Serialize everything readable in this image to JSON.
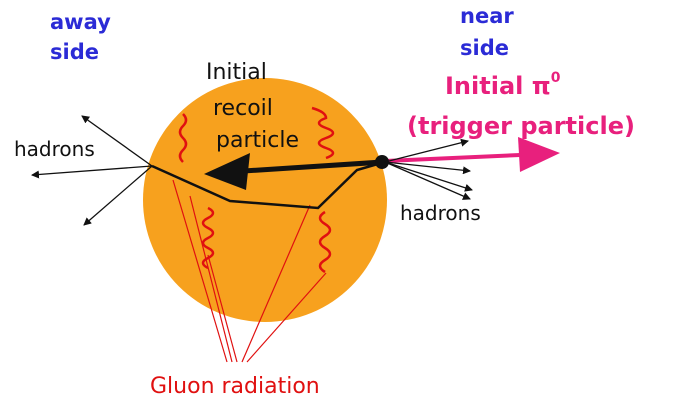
{
  "labels": {
    "away_side": [
      "away",
      "side"
    ],
    "near_side": [
      "near",
      "side"
    ],
    "initial_recoil": [
      "Initial",
      "recoil",
      "particle"
    ],
    "initial_pi0_base": "Initial π",
    "initial_pi0_sup": "0",
    "trigger_particle": "(trigger particle)",
    "hadrons_left": "hadrons",
    "hadrons_right": "hadrons",
    "gluon_radiation": "Gluon radiation"
  },
  "colors": {
    "medium": "#f7a11e",
    "away_near_text": "#2b2bd6",
    "trigger": "#e8207d",
    "gluon": "#e01010",
    "lines": "#111111"
  }
}
